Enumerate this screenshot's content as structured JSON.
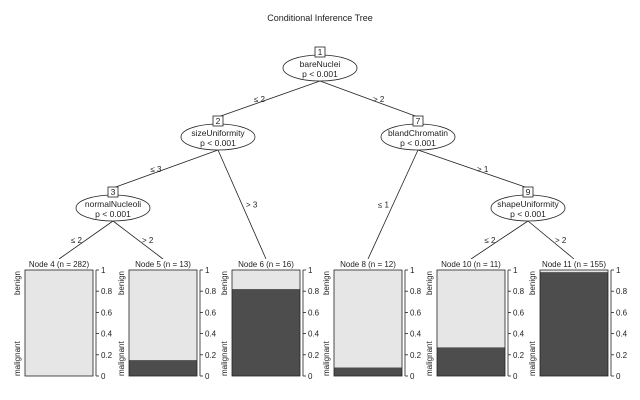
{
  "title": "Conditional Inference Tree",
  "inner_nodes": [
    {
      "id": "1",
      "variable": "bareNuclei",
      "p": "p < 0.001"
    },
    {
      "id": "2",
      "variable": "sizeUniformity",
      "p": "p < 0.001"
    },
    {
      "id": "3",
      "variable": "normalNucleoli",
      "p": "p < 0.001"
    },
    {
      "id": "7",
      "variable": "blandChromatin",
      "p": "p < 0.001"
    },
    {
      "id": "9",
      "variable": "shapeUniformity",
      "p": "p < 0.001"
    }
  ],
  "edges": [
    {
      "from": "1",
      "to": "2",
      "label": "≤ 2"
    },
    {
      "from": "1",
      "to": "7",
      "label": "> 2"
    },
    {
      "from": "2",
      "to": "3",
      "label": "≤ 3"
    },
    {
      "from": "2",
      "to": "6",
      "label": "> 3"
    },
    {
      "from": "3",
      "to": "4",
      "label": "≤ 2"
    },
    {
      "from": "3",
      "to": "5",
      "label": "> 2"
    },
    {
      "from": "7",
      "to": "8",
      "label": "≤ 1"
    },
    {
      "from": "7",
      "to": "9",
      "label": "> 1"
    },
    {
      "from": "9",
      "to": "10",
      "label": "≤ 2"
    },
    {
      "from": "9",
      "to": "11",
      "label": "> 2"
    }
  ],
  "terminal_nodes": [
    {
      "id": "4",
      "header": "Node 4 (n = 282)",
      "malignant_fraction": 0.0
    },
    {
      "id": "5",
      "header": "Node 5 (n = 13)",
      "malignant_fraction": 0.15
    },
    {
      "id": "6",
      "header": "Node 6 (n = 16)",
      "malignant_fraction": 0.82
    },
    {
      "id": "8",
      "header": "Node 8 (n = 12)",
      "malignant_fraction": 0.08
    },
    {
      "id": "10",
      "header": "Node 10 (n = 11)",
      "malignant_fraction": 0.27
    },
    {
      "id": "11",
      "header": "Node 11 (n = 155)",
      "malignant_fraction": 0.98
    }
  ],
  "class_labels": {
    "top": "benign",
    "bottom": "malignant"
  },
  "axis_ticks": [
    "1",
    "0.8",
    "0.6",
    "0.4",
    "0.2",
    "0"
  ],
  "colors": {
    "benign": "#e6e6e6",
    "malignant": "#4d4d4d",
    "line": "#222222"
  }
}
